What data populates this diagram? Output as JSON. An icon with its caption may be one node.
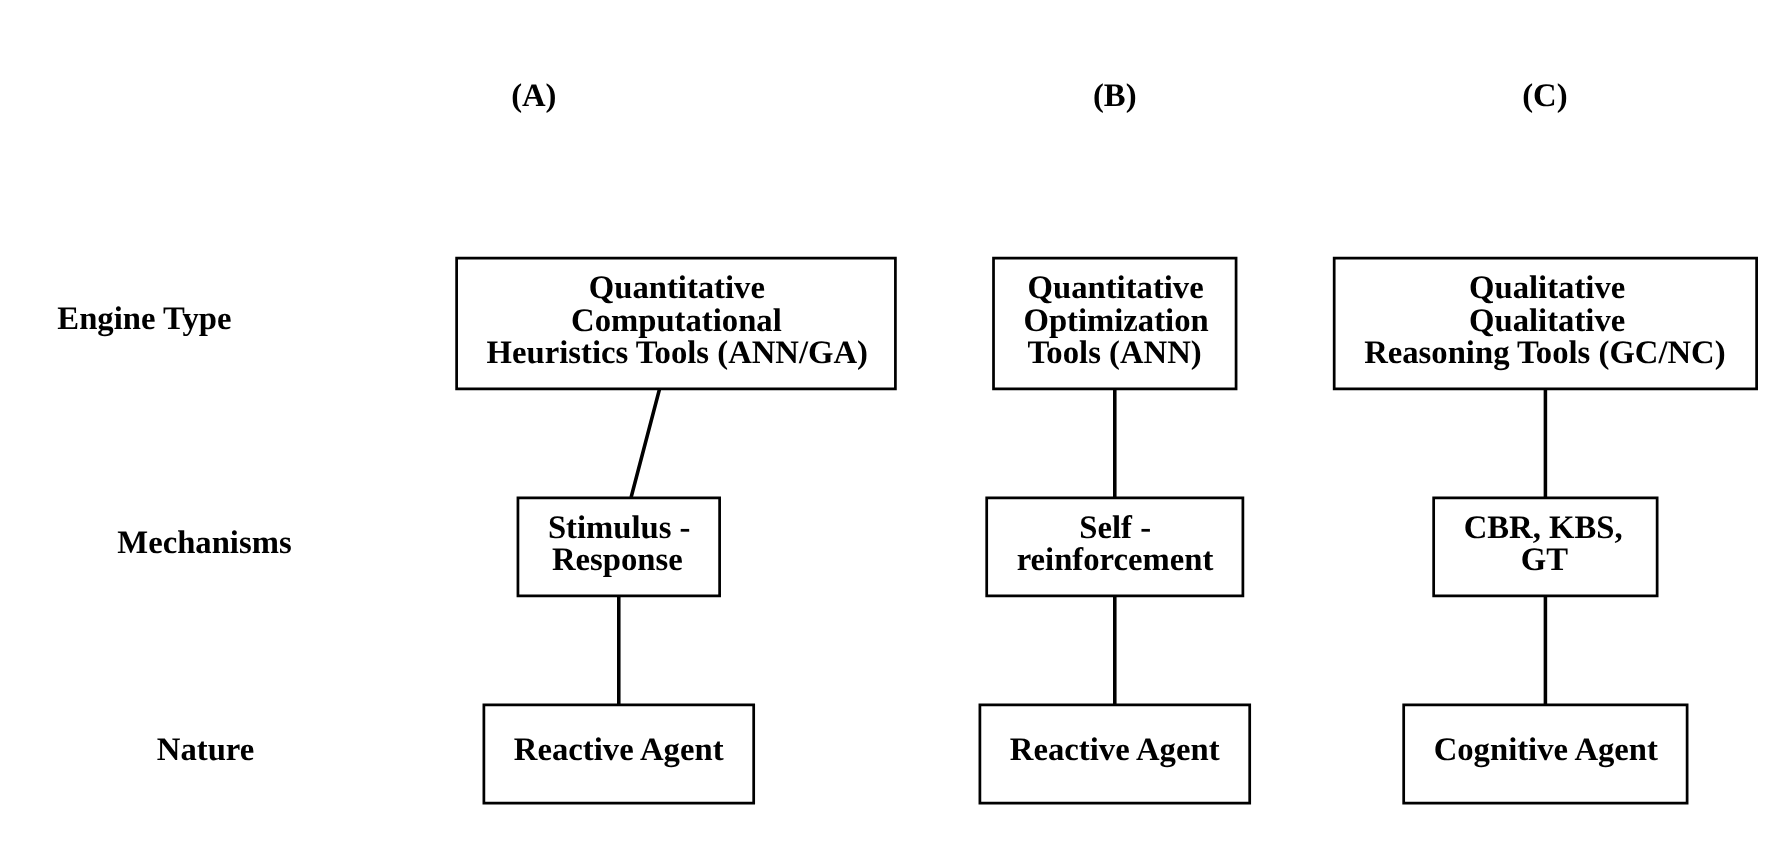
{
  "diagram": {
    "nodes": [
      {
        "text": [
          "Quantitative Computational Heuristics Tools (ANN/GA)"
        ]
      },
      {
        "text": [
          "Quantitative Optimization Tools (ANN)"
        ]
      },
      {
        "text": [
          "Qualitative Qualitative Reasoning Tools (GC/NC)"
        ]
      },
      {
        "text": [
          "Stimulus - Response"
        ]
      },
      {
        "text": [
          "Self - reinforcement"
        ]
      },
      {
        "text": [
          "CBR, KBS, GT"
        ]
      },
      {
        "text": [
          "Reactive Agent"
        ]
      },
      {
        "text": [
          "Reactive Agent"
        ]
      },
      {
        "text": [
          "Cognitive Agent"
        ]
      }
    ],
    "edges": [
      {
        "from": 0,
        "to": 3,
        "arrow": "none"
      },
      {
        "from": 1,
        "to": 4,
        "arrow": "none"
      },
      {
        "from": 2,
        "to": 5,
        "arrow": "none"
      },
      {
        "from": 3,
        "to": 6,
        "arrow": "none"
      },
      {
        "from": 4,
        "to": 7,
        "arrow": "none"
      },
      {
        "from": 5,
        "to": 8,
        "arrow": "none"
      }
    ],
    "labels": [
      "(A)",
      "(B)",
      "(C)",
      "Engine Type",
      "Mechanisms",
      "Nature"
    ]
  }
}
